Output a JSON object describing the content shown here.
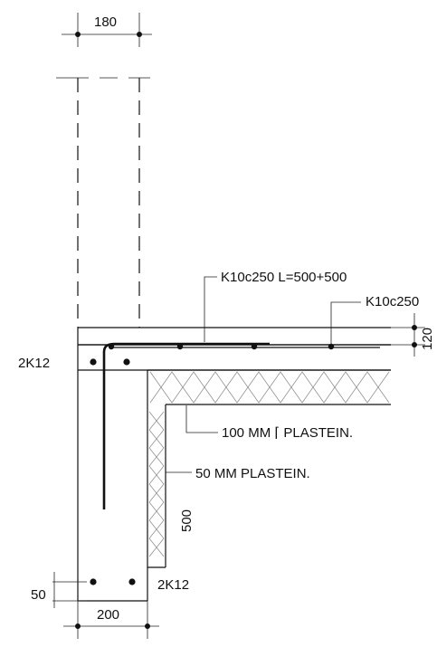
{
  "dimensions": {
    "top_wall_width": "180",
    "slab_thickness": "120",
    "insulation_height": "500",
    "bottom_cover": "50",
    "bottom_wall_width": "200"
  },
  "labels": {
    "slab_top_bar": "K10c250 L=500+500",
    "slab_edge_bar": "K10c250",
    "wall_top_bars": "2K12",
    "wall_bottom_bars": "2K12",
    "slab_insulation": "100 MM ⌈ PLASTEIN.",
    "wall_insulation": "50 MM PLASTEIN."
  }
}
